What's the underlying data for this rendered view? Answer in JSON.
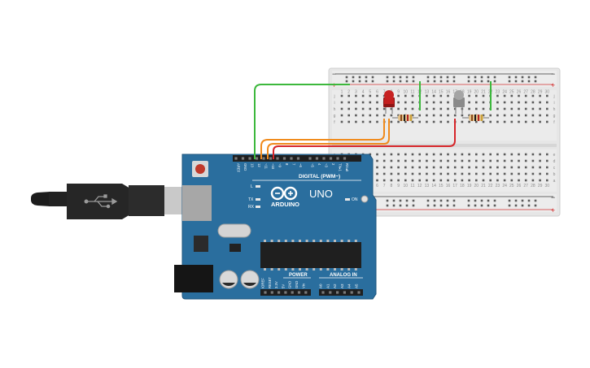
{
  "board": {
    "model": "UNO",
    "brand": "ARDUINO",
    "digital_label": "DIGITAL (PWM~)",
    "power_label": "POWER",
    "analog_label": "ANALOG IN",
    "on_label": "ON",
    "l_label": "L",
    "tx_label": "TX",
    "rx_label": "RX",
    "digital_pins": [
      "AREF",
      "GND",
      "13",
      "12",
      "~11",
      "~10",
      "~9",
      "8",
      "7",
      "~6",
      "~5",
      "4",
      "~3",
      "2",
      "TX▸1",
      "RX◂0"
    ],
    "power_pins": [
      "IOREF",
      "RESET",
      "3.3V",
      "5V",
      "GND",
      "GND",
      "Vin"
    ],
    "analog_pins": [
      "A0",
      "A1",
      "A2",
      "A3",
      "A4",
      "A5"
    ]
  },
  "breadboard": {
    "plus": "+",
    "minus": "−",
    "rows_top": [
      "j",
      "i",
      "h",
      "g",
      "f"
    ],
    "rows_bottom": [
      "e",
      "d",
      "c",
      "b",
      "a"
    ],
    "columns": [
      "1",
      "2",
      "3",
      "4",
      "5",
      "6",
      "7",
      "8",
      "9",
      "10",
      "11",
      "12",
      "13",
      "14",
      "15",
      "16",
      "17",
      "18",
      "19",
      "20",
      "21",
      "22",
      "23",
      "24",
      "25",
      "26",
      "27",
      "28",
      "29",
      "30"
    ]
  },
  "components": {
    "led_red_color": "#b31b1b",
    "led_off_color": "#9a9a9a",
    "wire_green": "#3db83d",
    "wire_orange": "#f08a1c",
    "wire_red": "#d6262a",
    "board_color": "#2a6e9e"
  }
}
